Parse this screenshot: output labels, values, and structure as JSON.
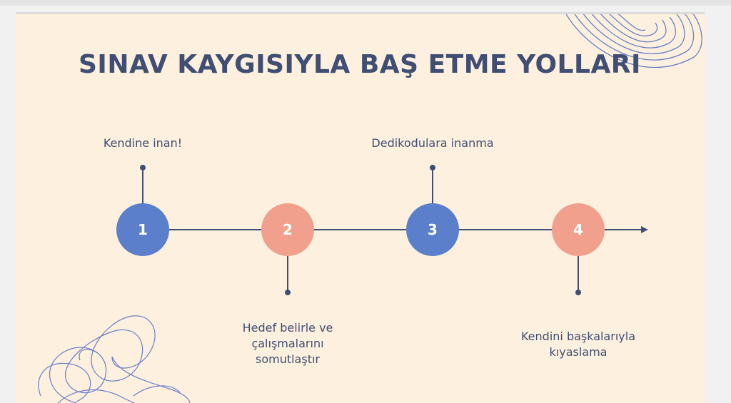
{
  "title": "SINAV KAYGISIYLA BAŞ ETME YOLLARI",
  "colors": {
    "background": "#fdf0df",
    "title": "#3f4e72",
    "line": "#3f4e72",
    "blue": "#5b7fcb",
    "salmon": "#f0a08c",
    "doodle": "#6a7fc4"
  },
  "steps": [
    {
      "number": "1",
      "label": "Kendine inan!",
      "color": "#5b7fcb"
    },
    {
      "number": "2",
      "label": "Hedef belirle ve\nçalışmalarını\nsomutlaştır",
      "color": "#f0a08c"
    },
    {
      "number": "3",
      "label": "Dedikodulara inanma",
      "color": "#5b7fcb"
    },
    {
      "number": "4",
      "label": "Kendini başkalarıyla\nkıyaslama",
      "color": "#f0a08c"
    }
  ]
}
